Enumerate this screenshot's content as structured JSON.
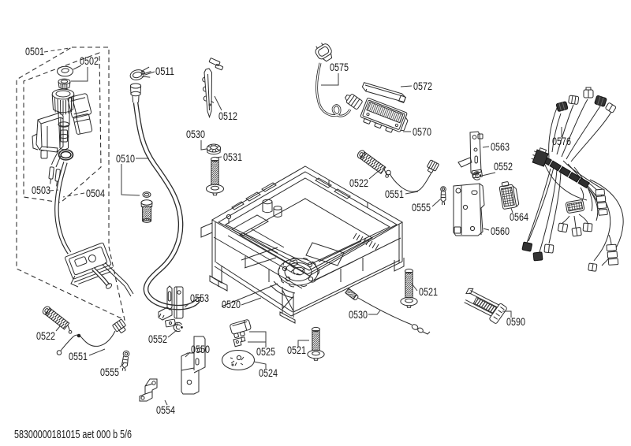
{
  "page": {
    "background": "#ffffff",
    "ink": "#1a1a1a",
    "kind": "exploded-parts-diagram"
  },
  "footer": {
    "text": "58300000181015 aet 000 b 5/6"
  },
  "diagram": {
    "labels": [
      {
        "part": "0501",
        "text": "0501"
      },
      {
        "part": "0502",
        "text": "0502"
      },
      {
        "part": "0511",
        "text": "0511"
      },
      {
        "part": "0575",
        "text": "0575"
      },
      {
        "part": "0572",
        "text": "0572"
      },
      {
        "part": "0512",
        "text": "0512"
      },
      {
        "part": "0570",
        "text": "0570"
      },
      {
        "part": "0530",
        "text": "0530"
      },
      {
        "part": "0563",
        "text": "0563"
      },
      {
        "part": "0576",
        "text": "0576"
      },
      {
        "part": "0531",
        "text": "0531"
      },
      {
        "part": "0510",
        "text": "0510"
      },
      {
        "part": "0552",
        "text": "0552"
      },
      {
        "part": "0522",
        "text": "0522"
      },
      {
        "part": "0551",
        "text": "0551"
      },
      {
        "part": "0555",
        "text": "0555"
      },
      {
        "part": "0564",
        "text": "0564"
      },
      {
        "part": "0560",
        "text": "0560"
      },
      {
        "part": "0503",
        "text": "0503"
      },
      {
        "part": "0504",
        "text": "0504"
      },
      {
        "part": "0553",
        "text": "0553"
      },
      {
        "part": "0520",
        "text": "0520"
      },
      {
        "part": "0521",
        "text": "0521"
      },
      {
        "part": "0530",
        "text": "0530"
      },
      {
        "part": "0590",
        "text": "0590"
      },
      {
        "part": "0522",
        "text": "0522"
      },
      {
        "part": "0552",
        "text": "0552"
      },
      {
        "part": "0550",
        "text": "0550"
      },
      {
        "part": "0525",
        "text": "0525"
      },
      {
        "part": "0521",
        "text": "0521"
      },
      {
        "part": "0551",
        "text": "0551"
      },
      {
        "part": "0524",
        "text": "0524"
      },
      {
        "part": "0555",
        "text": "0555"
      },
      {
        "part": "0554",
        "text": "0554"
      }
    ]
  }
}
